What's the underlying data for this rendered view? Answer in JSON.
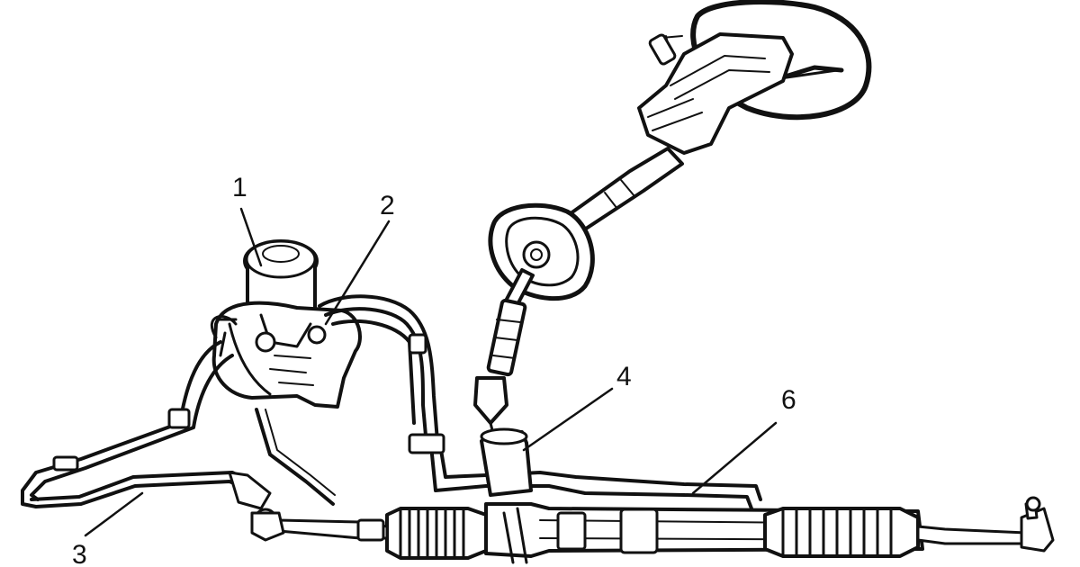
{
  "diagram": {
    "callouts": [
      {
        "id": "1",
        "label": "1"
      },
      {
        "id": "2",
        "label": "2"
      },
      {
        "id": "3",
        "label": "3"
      },
      {
        "id": "4",
        "label": "4"
      },
      {
        "id": "6",
        "label": "6"
      }
    ],
    "ink_color": "#111111",
    "paper_color": "#ffffff"
  }
}
